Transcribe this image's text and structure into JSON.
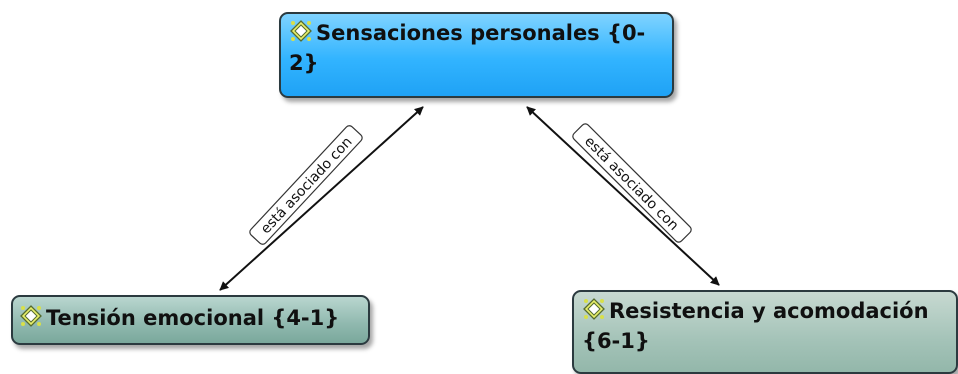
{
  "diagram": {
    "nodes": [
      {
        "id": "top",
        "label": "Sensaciones personales {0-2}",
        "icon": "concept-icon"
      },
      {
        "id": "left",
        "label": "Tensión emocional {4-1}",
        "icon": "concept-icon"
      },
      {
        "id": "right",
        "label": "Resistencia y acomodación {6-1}",
        "icon": "concept-icon"
      }
    ],
    "links": [
      {
        "from": "top",
        "to": "left",
        "label": "está asociado con",
        "bidirectional": true
      },
      {
        "from": "top",
        "to": "right",
        "label": "está asociado con",
        "bidirectional": true
      }
    ],
    "colors": {
      "top_node": "#32b4ff",
      "bottom_nodes": "#8fb8ae",
      "border": "#2b3a3f"
    }
  }
}
